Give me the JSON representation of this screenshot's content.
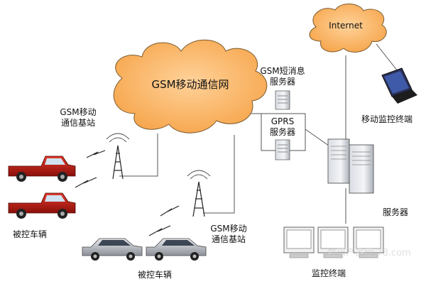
{
  "clouds": {
    "gsm_network": "GSM移动通信网",
    "internet": "Internet"
  },
  "servers": {
    "sms_server": [
      "GSM短消息",
      "服务器"
    ],
    "gprs_server": [
      "GPRS",
      "服务器"
    ],
    "main_server": "服务器"
  },
  "terminals": {
    "mobile_monitor": "移动监控终端",
    "monitor": "监控终端"
  },
  "base_stations": {
    "left": [
      "GSM移动",
      "通信基站"
    ],
    "right": [
      "GSM移动",
      "通信基站"
    ]
  },
  "vehicles": {
    "trucks_label": "被控车辆",
    "cars_label": "被控车辆"
  },
  "watermark": "数码产品网 78.com"
}
